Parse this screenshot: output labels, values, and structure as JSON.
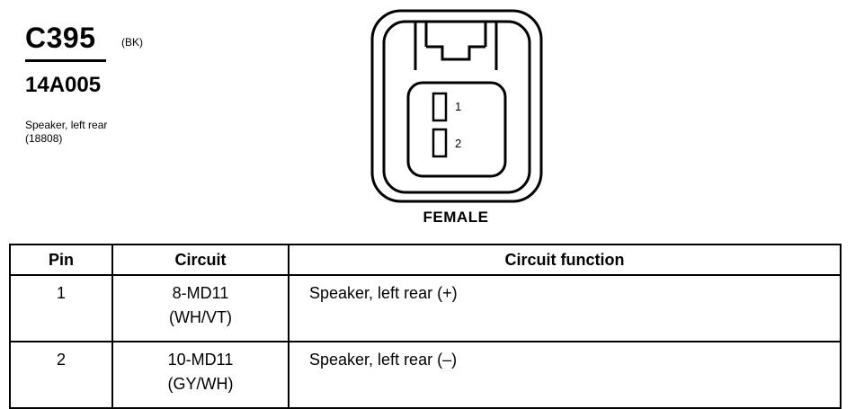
{
  "connector": {
    "code": "C395",
    "color": "(BK)",
    "part_number": "14A005",
    "description_line1": "Speaker, left rear",
    "description_line2": "(18808)",
    "gender": "FEMALE",
    "pin_labels": [
      "1",
      "2"
    ]
  },
  "table": {
    "headers": {
      "pin": "Pin",
      "circuit": "Circuit",
      "function": "Circuit function"
    },
    "rows": [
      {
        "pin": "1",
        "circuit": "8-MD11",
        "color": "(WH/VT)",
        "function": "Speaker, left rear  (+)"
      },
      {
        "pin": "2",
        "circuit": "10-MD11",
        "color": "(GY/WH)",
        "function": "Speaker, left rear  (–)"
      }
    ]
  }
}
